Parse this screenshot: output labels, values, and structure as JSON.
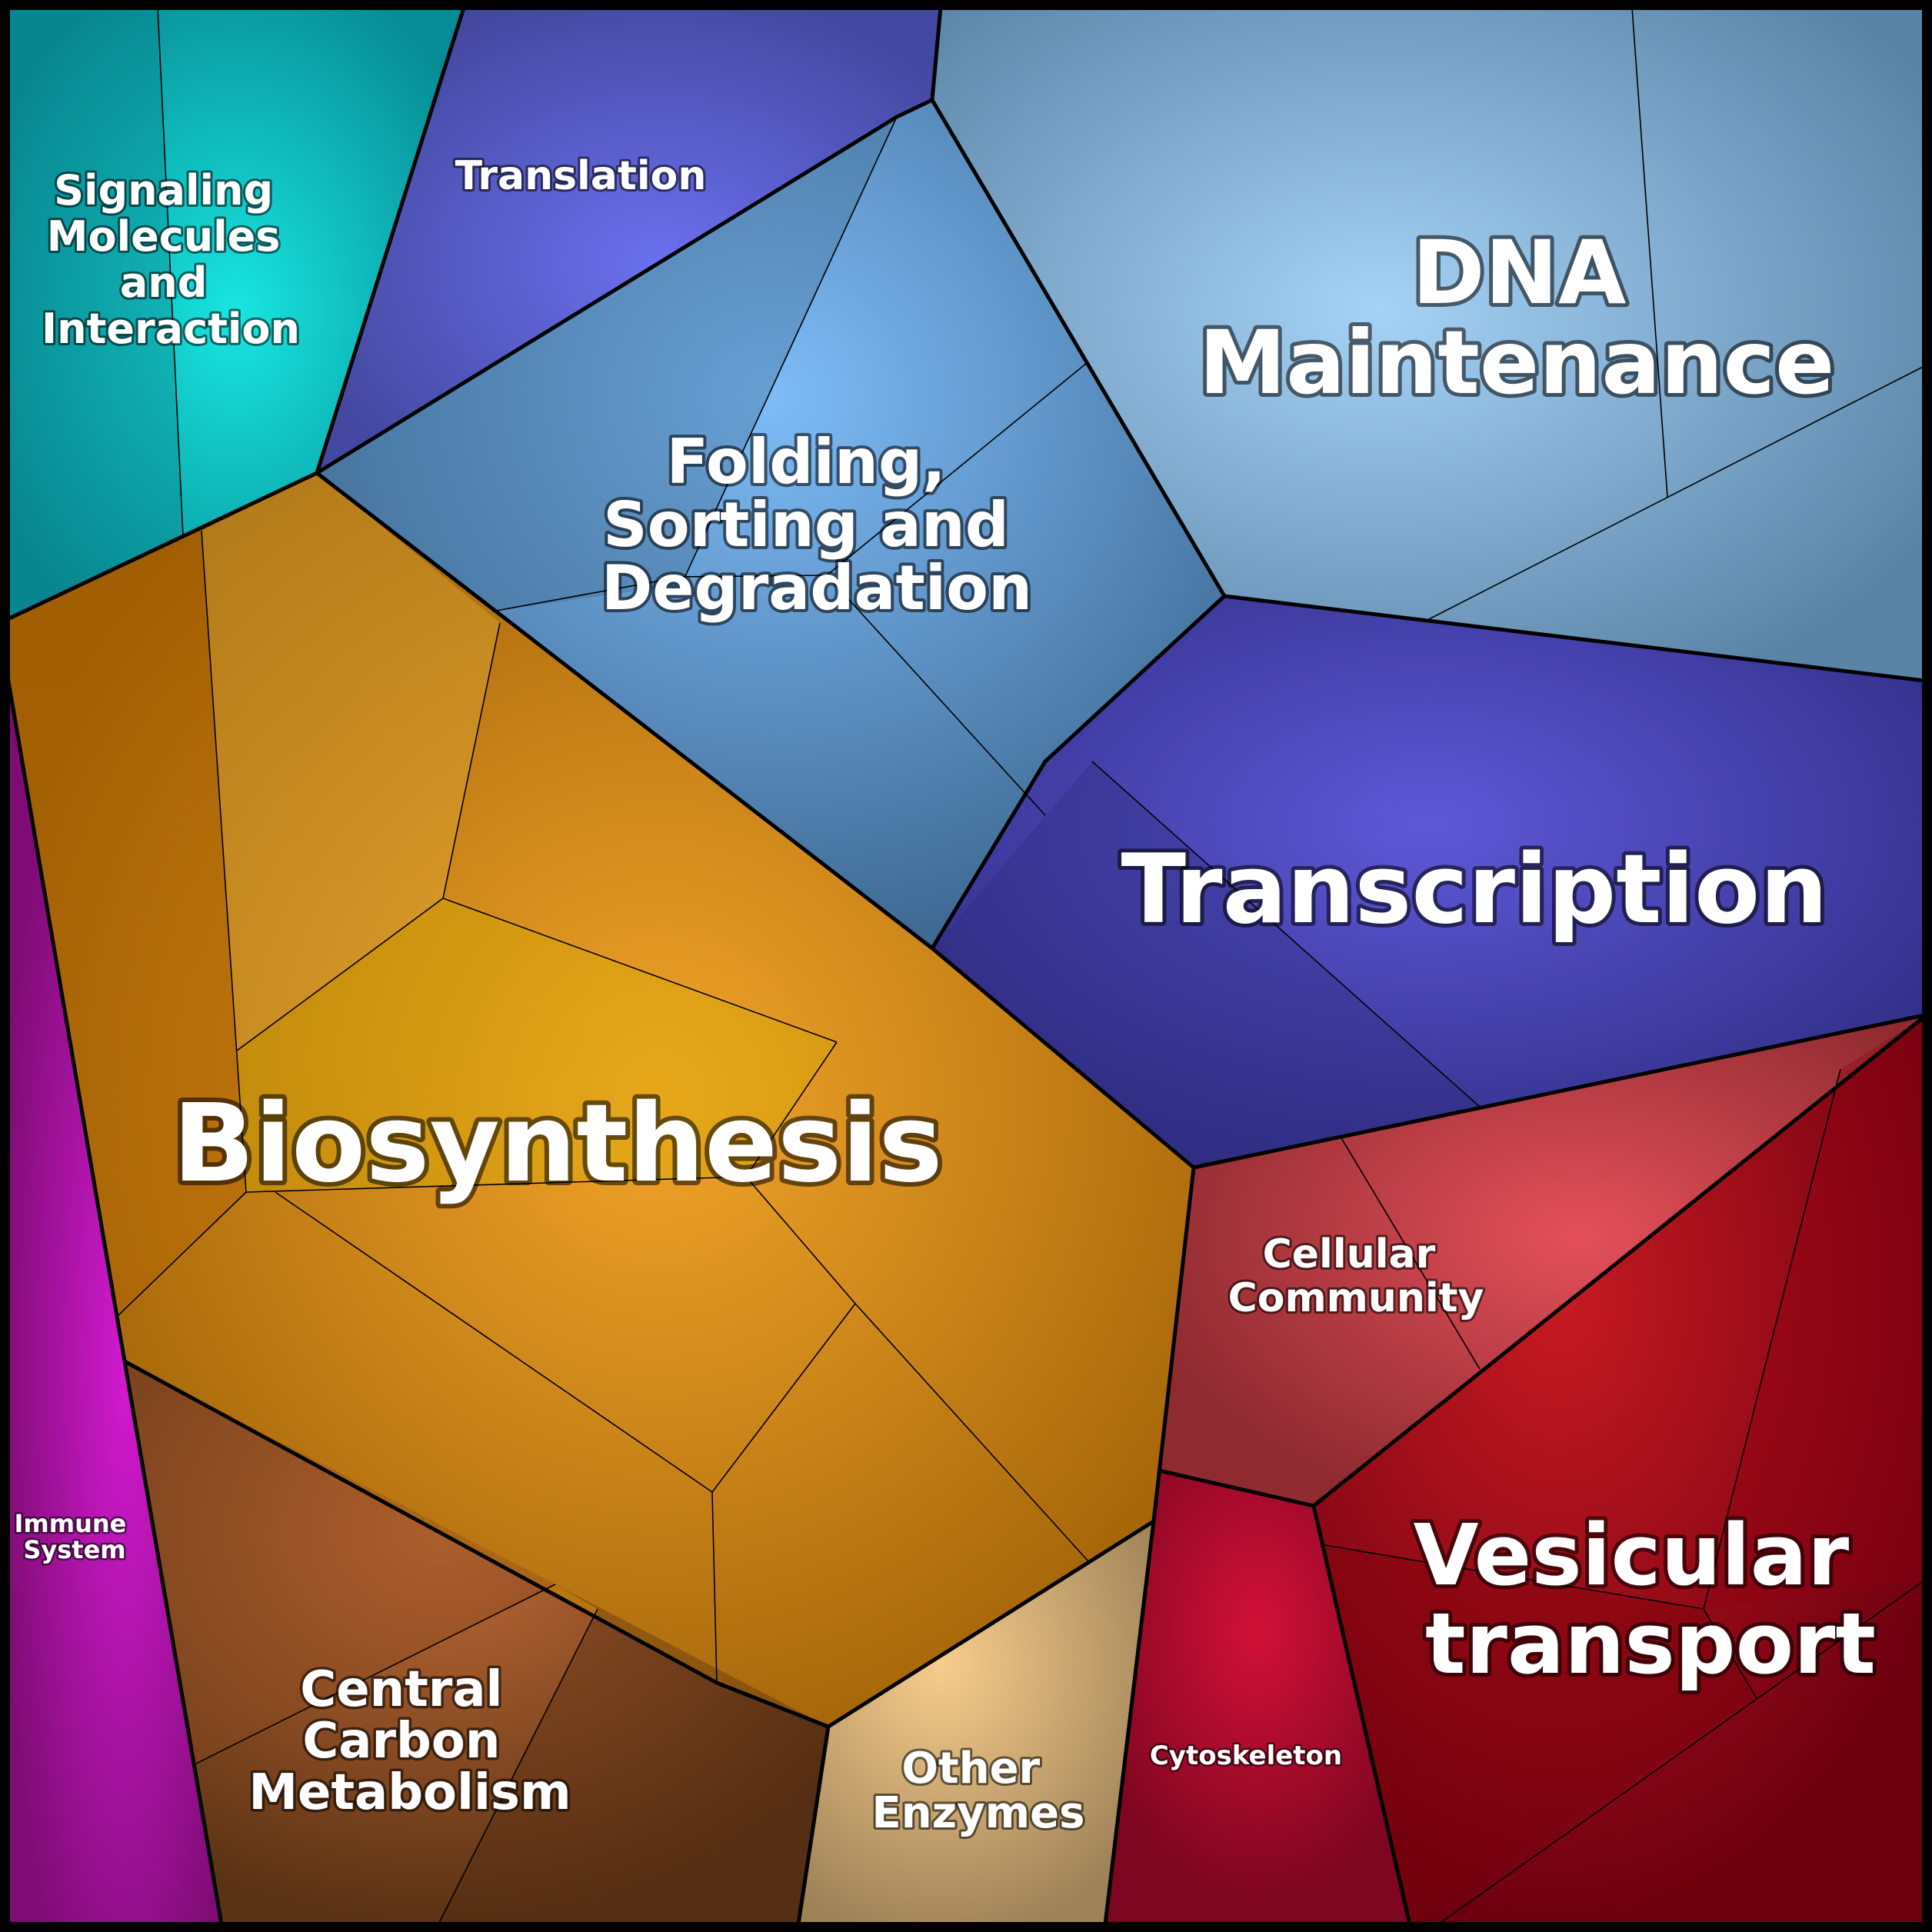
{
  "diagram": {
    "type": "voronoi-treemap",
    "categories": [
      {
        "id": "signaling",
        "label": [
          "Signaling",
          "Molecules",
          "and",
          "Interaction"
        ],
        "color": "#10b5b5"
      },
      {
        "id": "translation",
        "label": [
          "Translation"
        ],
        "color": "#5a5fd6"
      },
      {
        "id": "folding",
        "label": [
          "Folding,",
          "Sorting and",
          "Degradation"
        ],
        "color": "#4f88c0"
      },
      {
        "id": "dna",
        "label": [
          "DNA",
          "Maintenance"
        ],
        "color": "#6b9cc8"
      },
      {
        "id": "transcription",
        "label": [
          "Transcription"
        ],
        "color": "#4a44b0"
      },
      {
        "id": "biosynthesis",
        "label": [
          "Biosynthesis"
        ],
        "color": "#c8870e"
      },
      {
        "id": "cellular_community",
        "label": [
          "Cellular",
          "Community"
        ],
        "color": "#c24048"
      },
      {
        "id": "vesicular",
        "label": [
          "Vesicular",
          "transport"
        ],
        "color": "#a8101a"
      },
      {
        "id": "cytoskeleton",
        "label": [
          "Cytoskeleton"
        ],
        "color": "#b00a30"
      },
      {
        "id": "other_enzymes",
        "label": [
          "Other",
          "Enzymes"
        ],
        "color": "#c8a870"
      },
      {
        "id": "central_carbon",
        "label": [
          "Central",
          "Carbon",
          "Metabolism"
        ],
        "color": "#8a4a1e"
      },
      {
        "id": "immune",
        "label": [
          "Immune",
          "System"
        ],
        "color": "#b010a8"
      }
    ]
  }
}
